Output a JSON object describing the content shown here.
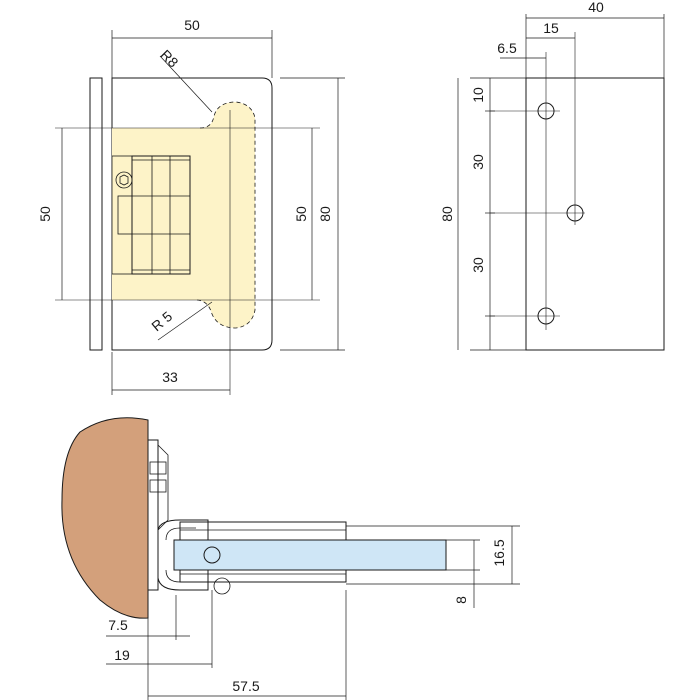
{
  "colors": {
    "plate_fill": "#fdf3c8",
    "wood_fill": "#d3a07b",
    "glass_fill": "#cfe6f6",
    "hinge_fill": "#fdf3c8",
    "line": "#1a1a1a"
  },
  "front_view": {
    "dim_width": "50",
    "dim_radius_top": "R8",
    "dim_radius_bottom": "R 5",
    "dim_left_height": "50",
    "dim_inner_height": "50",
    "dim_total_height": "80",
    "dim_bottom_width": "33"
  },
  "side_view": {
    "dim_total_width": "40",
    "dim_hole_offset": "15",
    "dim_small_offset": "6.5",
    "dim_top_spacing": "10",
    "dim_spacing_1": "30",
    "dim_spacing_2": "30",
    "dim_total_height": "80"
  },
  "top_view": {
    "dim_glass_height": "16.5",
    "dim_glass_thickness": "8",
    "dim_offset_1": "7.5",
    "dim_offset_2": "19",
    "dim_offset_3": "57.5"
  }
}
